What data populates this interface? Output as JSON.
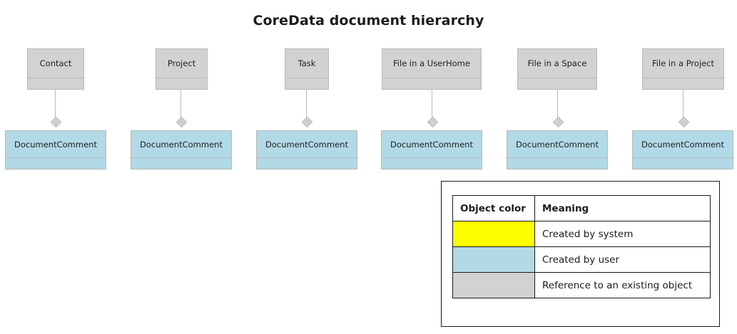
{
  "title": "CoreData document hierarchy",
  "colors": {
    "reference_gray": "#d2d2d2",
    "user_blue": "#b2d9e6",
    "system_yellow": "#ffff00",
    "node_border": "#b9b9b9",
    "legend_border": "#1a1a1a",
    "background": "#ffffff",
    "connector": "#b9b9b9",
    "diamond": "#cfcfcf",
    "text": "#1c1c1c"
  },
  "diagram": {
    "relationship_type": "aggregation",
    "pairs": [
      {
        "parent": "Contact",
        "child": "DocumentComment",
        "parent_color": "reference_gray",
        "child_color": "user_blue"
      },
      {
        "parent": "Project",
        "child": "DocumentComment",
        "parent_color": "reference_gray",
        "child_color": "user_blue"
      },
      {
        "parent": "Task",
        "child": "DocumentComment",
        "parent_color": "reference_gray",
        "child_color": "user_blue"
      },
      {
        "parent": "File in a UserHome",
        "child": "DocumentComment",
        "parent_color": "reference_gray",
        "child_color": "user_blue"
      },
      {
        "parent": "File in a Space",
        "child": "DocumentComment",
        "parent_color": "reference_gray",
        "child_color": "user_blue"
      },
      {
        "parent": "File in a Project",
        "child": "DocumentComment",
        "parent_color": "reference_gray",
        "child_color": "user_blue"
      }
    ]
  },
  "legend": {
    "headers": [
      "Object color",
      "Meaning"
    ],
    "rows": [
      {
        "color": "#ffff00",
        "meaning": "Created by system"
      },
      {
        "color": "#b2d9e6",
        "meaning": "Created by user"
      },
      {
        "color": "#d2d2d2",
        "meaning": "Reference to an existing object"
      }
    ]
  }
}
